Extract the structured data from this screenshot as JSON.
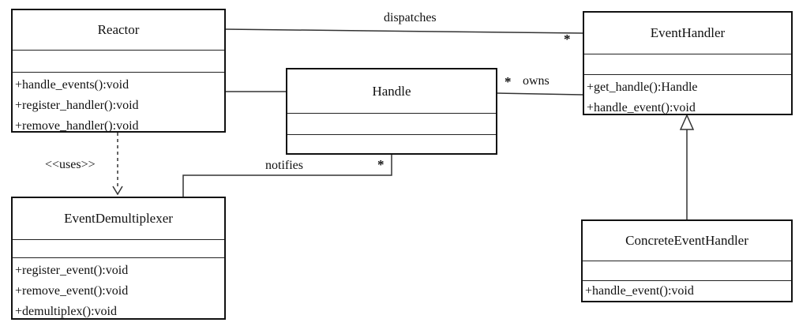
{
  "classes": {
    "reactor": {
      "name": "Reactor",
      "operations": [
        "+handle_events():void",
        "+register_handler():void",
        "+remove_handler():void"
      ]
    },
    "event_handler": {
      "name": "EventHandler",
      "operations": [
        "+get_handle():Handle",
        "+handle_event():void"
      ]
    },
    "handle": {
      "name": "Handle",
      "operations": []
    },
    "event_demultiplexer": {
      "name": "EventDemultiplexer",
      "operations": [
        "+register_event():void",
        "+remove_event():void",
        "+demultiplex():void"
      ]
    },
    "concrete_event_handler": {
      "name": "ConcreteEventHandler",
      "operations": [
        "+handle_event():void"
      ]
    }
  },
  "relations": {
    "dispatches": {
      "label": "dispatches",
      "multiplicity": "*"
    },
    "owns": {
      "label": "owns",
      "multiplicity": "*"
    },
    "uses": {
      "label": "<<uses>>"
    },
    "notifies": {
      "label": "notifies",
      "multiplicity": "*"
    }
  }
}
